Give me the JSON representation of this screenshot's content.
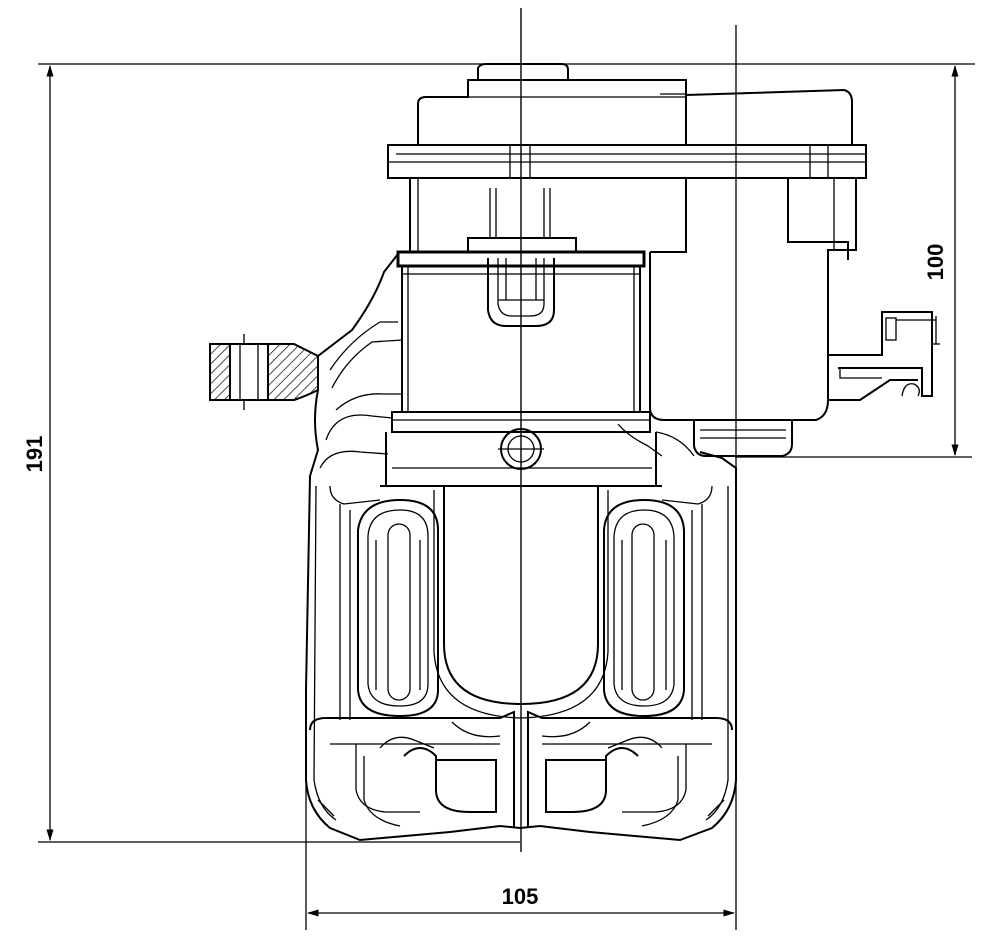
{
  "dimensions": {
    "height_total": "191",
    "height_partial": "100",
    "width": "105"
  },
  "colors": {
    "line": "#000000",
    "background": "#ffffff"
  }
}
